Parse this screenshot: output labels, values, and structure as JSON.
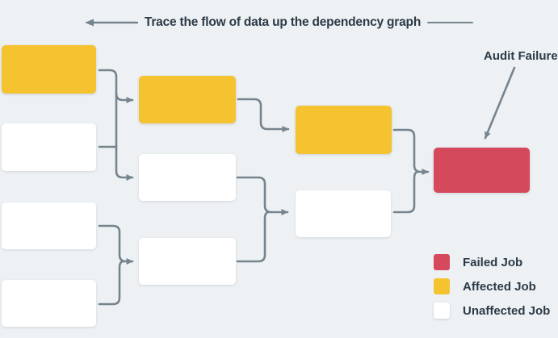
{
  "title": "Trace the flow of data up the dependency graph",
  "annotation": {
    "label": "Audit Failure"
  },
  "legend": {
    "items": [
      {
        "label": "Failed Job",
        "status": "failed",
        "color": "#D4495B"
      },
      {
        "label": "Affected Job",
        "status": "affected",
        "color": "#F5C230"
      },
      {
        "label": "Unaffected Job",
        "status": "unaffected",
        "color": "#FFFFFF"
      }
    ]
  },
  "colors": {
    "background": "#EDF1F4",
    "connector": "#76848E",
    "text": "#2C3A47",
    "failed": "#D4495B",
    "affected": "#F5C230",
    "unaffected": "#FFFFFF"
  },
  "graph": {
    "nodes": [
      {
        "id": "job-a1",
        "column": 1,
        "status": "affected"
      },
      {
        "id": "job-a2",
        "column": 1,
        "status": "unaffected"
      },
      {
        "id": "job-a3",
        "column": 1,
        "status": "unaffected"
      },
      {
        "id": "job-a4",
        "column": 1,
        "status": "unaffected"
      },
      {
        "id": "job-b1",
        "column": 2,
        "status": "affected"
      },
      {
        "id": "job-b2",
        "column": 2,
        "status": "unaffected"
      },
      {
        "id": "job-b3",
        "column": 2,
        "status": "unaffected"
      },
      {
        "id": "job-c1",
        "column": 3,
        "status": "affected"
      },
      {
        "id": "job-c2",
        "column": 3,
        "status": "unaffected"
      },
      {
        "id": "job-d1",
        "column": 4,
        "status": "failed"
      }
    ],
    "edges": [
      {
        "from": "job-a1",
        "to": "job-b1"
      },
      {
        "from": "job-a2",
        "to": "job-b1"
      },
      {
        "from": "job-a1",
        "to": "job-b2"
      },
      {
        "from": "job-a2",
        "to": "job-b2"
      },
      {
        "from": "job-a3",
        "to": "job-b3"
      },
      {
        "from": "job-a4",
        "to": "job-b3"
      },
      {
        "from": "job-b1",
        "to": "job-c1"
      },
      {
        "from": "job-b2",
        "to": "job-c2"
      },
      {
        "from": "job-b3",
        "to": "job-c2"
      },
      {
        "from": "job-c1",
        "to": "job-d1"
      },
      {
        "from": "job-c2",
        "to": "job-d1"
      }
    ]
  }
}
